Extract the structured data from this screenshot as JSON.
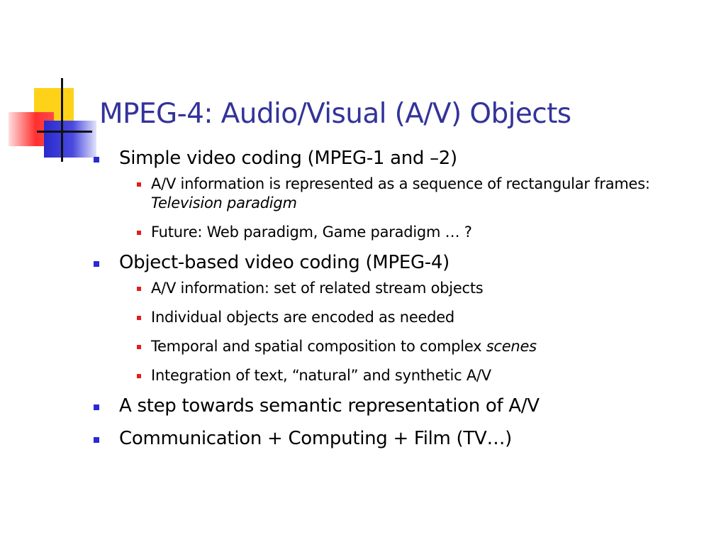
{
  "slide": {
    "title": "MPEG-4: Audio/Visual (A/V) Objects",
    "bullets": [
      {
        "text": "Simple video coding (MPEG-1 and –2)",
        "sub": [
          {
            "text": "A/V information is represented as a sequence of rectangular frames: ",
            "italic": "Television paradigm"
          },
          {
            "text": "Future: Web paradigm, Game paradigm … ?"
          }
        ]
      },
      {
        "text": "Object-based video coding (MPEG-4)",
        "sub": [
          {
            "text": "A/V information: set of related stream objects"
          },
          {
            "text": "Individual objects are encoded as needed"
          },
          {
            "text": "Temporal and spatial composition to complex ",
            "italic": "scenes"
          },
          {
            "text": "Integration of text, “natural” and synthetic A/V"
          }
        ]
      },
      {
        "text": "A step towards semantic representation of A/V"
      },
      {
        "text": "Communication + Computing + Film (TV…)"
      }
    ]
  },
  "colors": {
    "title": "#33339A",
    "level1_bullet": "#2929D6",
    "level2_bullet": "#E01E1E",
    "logo_yellow": "#FFD21A",
    "logo_red": "#FF3030",
    "logo_blue": "#2A2ACC"
  }
}
